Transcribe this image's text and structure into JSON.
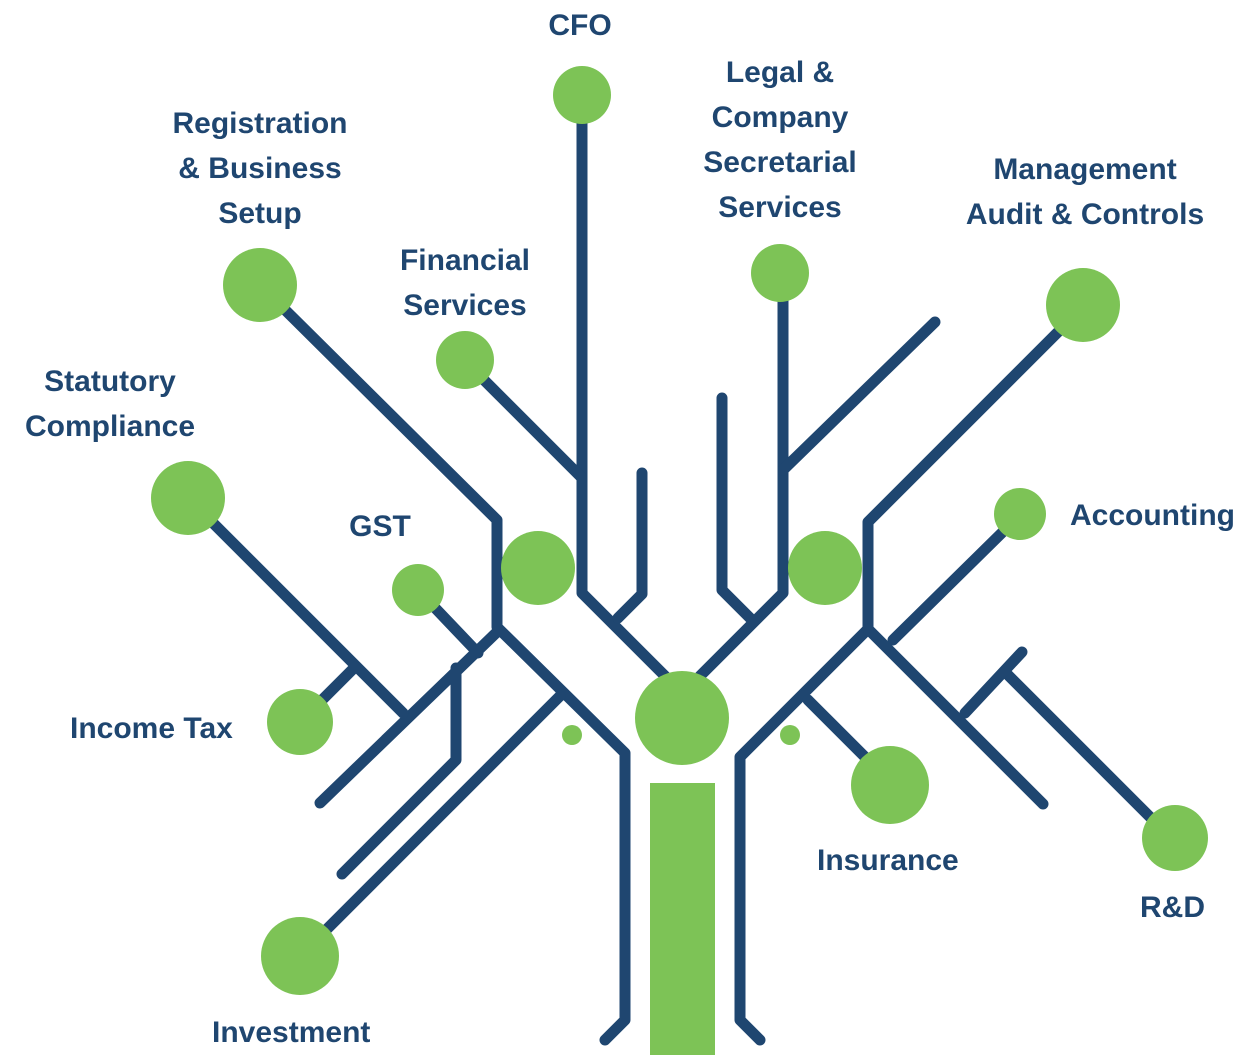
{
  "colors": {
    "branch": "#1f4670",
    "node": "#7dc356",
    "label": "#1f4670"
  },
  "labels": {
    "cfo": "CFO",
    "legal": "Legal &\nCompany\nSecretarial\nServices",
    "registration": "Registration\n& Business\nSetup",
    "financial": "Financial\nServices",
    "management": "Management\nAudit & Controls",
    "statutory": "Statutory\nCompliance",
    "gst": "GST",
    "accounting": "Accounting",
    "income_tax": "Income Tax",
    "insurance": "Insurance",
    "rnd": "R&D",
    "investment": "Investment"
  }
}
